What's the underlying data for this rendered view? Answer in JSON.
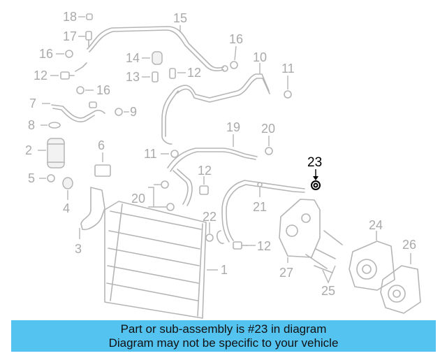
{
  "callouts": {
    "c1": "1",
    "c2": "2",
    "c3": "3",
    "c4": "4",
    "c5": "5",
    "c6": "6",
    "c7": "7",
    "c8": "8",
    "c9": "9",
    "c10": "10",
    "c11": "11",
    "c12": "12",
    "c13": "13",
    "c14": "14",
    "c15": "15",
    "c16": "16",
    "c17": "17",
    "c18": "18",
    "c19": "19",
    "c20": "20",
    "c21": "21",
    "c22": "22",
    "c23": "23",
    "c24": "24",
    "c25": "25",
    "c26": "26",
    "c27": "27"
  },
  "highlight": {
    "part": "23",
    "color": "#000000"
  },
  "banner": {
    "line1": "Part or sub-assembly is #23 in diagram",
    "line2": "Diagram may not be specific to your vehicle",
    "background": "#55c3f0"
  },
  "colors": {
    "line": "#b5b5b5",
    "label": "#aaaaaa"
  }
}
